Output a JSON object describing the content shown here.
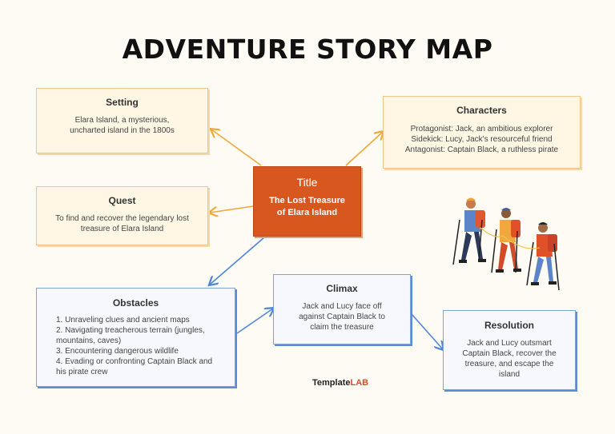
{
  "title": "ADVENTURE STORY MAP",
  "setting": {
    "heading": "Setting",
    "lines": [
      "Elara Island, a mysterious,",
      "uncharted island in the 1800s"
    ]
  },
  "characters": {
    "heading": "Characters",
    "lines": [
      "Protagonist: Jack, an ambitious explorer",
      "Sidekick: Lucy, Jack's resourceful friend",
      "Antagonist: Captain Black, a ruthless pirate"
    ]
  },
  "center": {
    "heading": "Title",
    "lines": [
      "The Lost Treasure",
      "of Elara Island"
    ]
  },
  "quest": {
    "heading": "Quest",
    "lines": [
      "To find and recover the legendary lost",
      "treasure of Elara Island"
    ]
  },
  "obstacles": {
    "heading": "Obstacles",
    "lines": [
      "1. Unraveling clues and ancient maps",
      "2. Navigating treacherous terrain (jungles,",
      "mountains, caves)",
      "3. Encountering dangerous wildlife",
      "4. Evading or confronting Captain Black and",
      "his pirate crew"
    ]
  },
  "climax": {
    "heading": "Climax",
    "lines": [
      "Jack and Lucy face off",
      "against Captain Black to",
      "claim the treasure"
    ]
  },
  "resolution": {
    "heading": "Resolution",
    "lines": [
      "Jack and Lucy outsmart",
      "Captain Black, recover the",
      "treasure, and escape the",
      "island"
    ]
  },
  "logo": {
    "part1": "Template",
    "part2": "LAB"
  },
  "colors": {
    "warm_arrow": "#f0a83c",
    "cool_arrow": "#4f86d8",
    "center_fill": "#d8571f"
  },
  "illustration": "hikers-illustration"
}
